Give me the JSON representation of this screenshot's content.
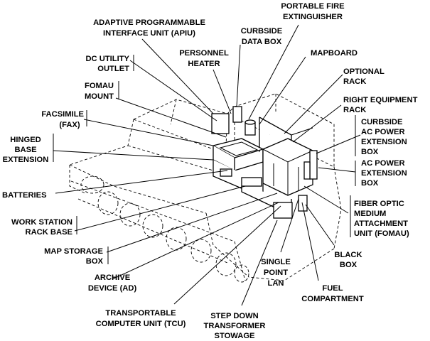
{
  "labels": {
    "apiu": [
      "ADAPTIVE PROGRAMMABLE",
      "INTERFACE UNIT (APIU)"
    ],
    "portable_fire": [
      "PORTABLE FIRE",
      "EXTINGUISHER"
    ],
    "curbside_data_box": [
      "CURBSIDE",
      "DATA BOX"
    ],
    "personnel_heater": [
      "PERSONNEL",
      "HEATER"
    ],
    "dc_utility_outlet": [
      "DC UTILITY",
      "OUTLET"
    ],
    "mapboard": [
      "MAPBOARD"
    ],
    "optional_rack": [
      "OPTIONAL",
      "RACK"
    ],
    "fomau_mount": [
      "FOMAU",
      "MOUNT"
    ],
    "right_equipment_rack": [
      "RIGHT EQUIPMENT",
      "RACK"
    ],
    "facsimile": [
      "FACSIMILE",
      "(FAX)"
    ],
    "curbside_ac_power": [
      "CURBSIDE",
      "AC POWER",
      "EXTENSION",
      "BOX"
    ],
    "hinged_base_extension": [
      "HINGED",
      "BASE",
      "EXTENSION"
    ],
    "ac_power_extension_box": [
      "AC POWER",
      "EXTENSION",
      "BOX"
    ],
    "batteries": [
      "BATTERIES"
    ],
    "fomau": [
      "FIBER OPTIC",
      "MEDIUM",
      "ATTACHMENT",
      "UNIT (FOMAU)"
    ],
    "work_station_rack_base": [
      "WORK STATION",
      "RACK BASE"
    ],
    "map_storage_box": [
      "MAP STORAGE",
      "BOX"
    ],
    "black_box": [
      "BLACK",
      "BOX"
    ],
    "archive_device": [
      "ARCHIVE",
      "DEVICE (AD)"
    ],
    "single_point_lan": [
      "SINGLE",
      "POINT",
      "LAN"
    ],
    "fuel_compartment": [
      "FUEL",
      "COMPARTMENT"
    ],
    "tcu": [
      "TRANSPORTABLE",
      "COMPUTER UNIT (TCU)"
    ],
    "step_down_transformer": [
      "STEP DOWN",
      "TRANSFORMER",
      "STOWAGE"
    ]
  }
}
